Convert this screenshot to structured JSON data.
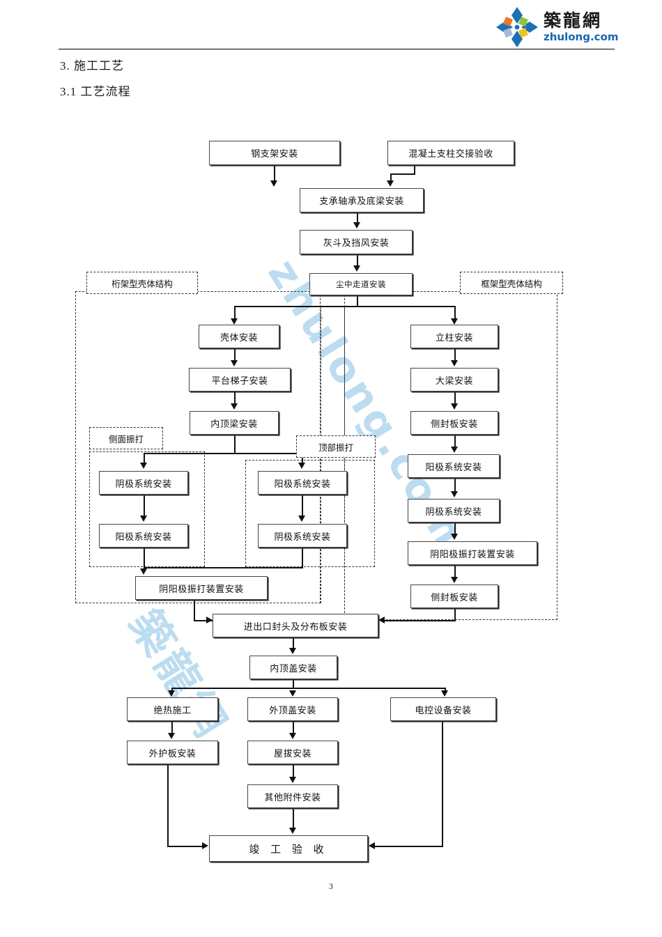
{
  "header": {
    "logo_cn": "築龍網",
    "logo_en": "zhulong.com",
    "logo_icon": "zhulong-diamond-logo"
  },
  "headings": {
    "section": "3. 施工工艺",
    "subsection": "3.1 工艺流程"
  },
  "page_number": "3",
  "watermark": {
    "line1": "zhulong.com",
    "line2": "築龍網"
  },
  "chart_data": {
    "type": "diagram",
    "title": "工艺流程",
    "regions": [
      {
        "id": "truss",
        "label": "桁架型壳体结构"
      },
      {
        "id": "frame",
        "label": "框架型壳体结构"
      },
      {
        "id": "side-rap",
        "label": "侧面振打"
      },
      {
        "id": "top-rap",
        "label": "顶部振打"
      }
    ],
    "nodes": [
      {
        "id": "n1",
        "label": "钢支架安装"
      },
      {
        "id": "n2",
        "label": "混凝土支柱交接验收"
      },
      {
        "id": "n3",
        "label": "支承轴承及底梁安装"
      },
      {
        "id": "n4",
        "label": "灰斗及挡风安装"
      },
      {
        "id": "n5",
        "label": "尘中走道安装"
      },
      {
        "id": "n6",
        "label": "壳体安装"
      },
      {
        "id": "n7",
        "label": "平台梯子安装"
      },
      {
        "id": "n8",
        "label": "内顶梁安装"
      },
      {
        "id": "n9",
        "label": "阴极系统安装"
      },
      {
        "id": "n10",
        "label": "阳极系统安装"
      },
      {
        "id": "n11",
        "label": "阳极系统安装"
      },
      {
        "id": "n12",
        "label": "阴极系统安装"
      },
      {
        "id": "n13",
        "label": "阴阳极振打装置安装"
      },
      {
        "id": "n14",
        "label": "立柱安装"
      },
      {
        "id": "n15",
        "label": "大梁安装"
      },
      {
        "id": "n16",
        "label": "侧封板安装"
      },
      {
        "id": "n17",
        "label": "阳极系统安装"
      },
      {
        "id": "n18",
        "label": "阴极系统安装"
      },
      {
        "id": "n19",
        "label": "阴阳极振打装置安装"
      },
      {
        "id": "n20",
        "label": "侧封板安装"
      },
      {
        "id": "n21",
        "label": "进出口封头及分布板安装"
      },
      {
        "id": "n22",
        "label": "内顶盖安装"
      },
      {
        "id": "n23",
        "label": "绝热施工"
      },
      {
        "id": "n24",
        "label": "外顶盖安装"
      },
      {
        "id": "n25",
        "label": "电控设备安装"
      },
      {
        "id": "n26",
        "label": "外护板安装"
      },
      {
        "id": "n27",
        "label": "屋拔安装"
      },
      {
        "id": "n28",
        "label": "其他附件安装"
      },
      {
        "id": "n29",
        "label": "竣 工 验 收"
      }
    ],
    "edges": [
      {
        "from": "n1",
        "to": "n3"
      },
      {
        "from": "n2",
        "to": "n3"
      },
      {
        "from": "n3",
        "to": "n4"
      },
      {
        "from": "n4",
        "to": "n5"
      },
      {
        "from": "n5",
        "to": "n6"
      },
      {
        "from": "n5",
        "to": "n14"
      },
      {
        "from": "n6",
        "to": "n7"
      },
      {
        "from": "n7",
        "to": "n8"
      },
      {
        "from": "n8",
        "to": "n9"
      },
      {
        "from": "n8",
        "to": "n11"
      },
      {
        "from": "n9",
        "to": "n10"
      },
      {
        "from": "n10",
        "to": "n13"
      },
      {
        "from": "n11",
        "to": "n12"
      },
      {
        "from": "n12",
        "to": "n13"
      },
      {
        "from": "n13",
        "to": "n21"
      },
      {
        "from": "n14",
        "to": "n15"
      },
      {
        "from": "n15",
        "to": "n16"
      },
      {
        "from": "n16",
        "to": "n17"
      },
      {
        "from": "n17",
        "to": "n18"
      },
      {
        "from": "n18",
        "to": "n19"
      },
      {
        "from": "n19",
        "to": "n20"
      },
      {
        "from": "n20",
        "to": "n21"
      },
      {
        "from": "n21",
        "to": "n22"
      },
      {
        "from": "n22",
        "to": "n23"
      },
      {
        "from": "n22",
        "to": "n24"
      },
      {
        "from": "n22",
        "to": "n25"
      },
      {
        "from": "n23",
        "to": "n26"
      },
      {
        "from": "n24",
        "to": "n27"
      },
      {
        "from": "n27",
        "to": "n28"
      },
      {
        "from": "n26",
        "to": "n29"
      },
      {
        "from": "n28",
        "to": "n29"
      },
      {
        "from": "n25",
        "to": "n29"
      }
    ]
  }
}
